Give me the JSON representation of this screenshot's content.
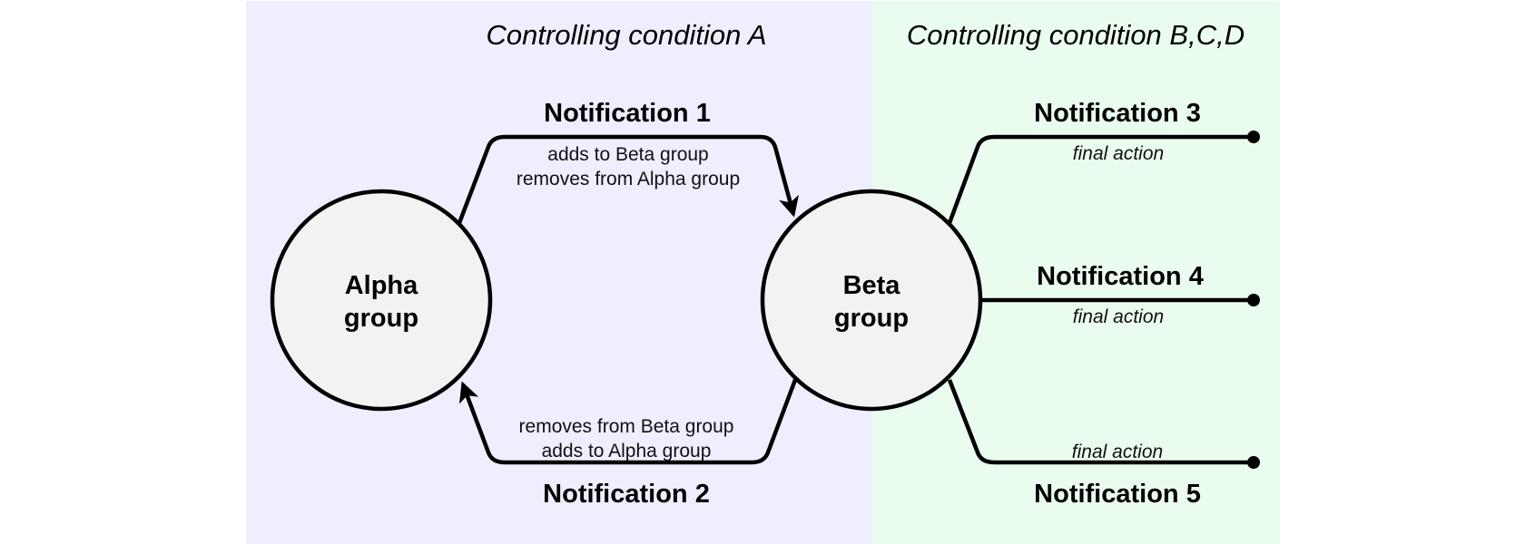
{
  "colors": {
    "panel_a": "#eeeefe",
    "panel_bcd": "#eafcee",
    "node_fill": "#f2f2f2",
    "stroke": "#000000"
  },
  "panels": {
    "a": {
      "title": "Controlling condition A"
    },
    "bcd": {
      "title": "Controlling condition B,C,D"
    }
  },
  "nodes": {
    "alpha": {
      "line1": "Alpha",
      "line2": "group"
    },
    "beta": {
      "line1": "Beta",
      "line2": "group"
    }
  },
  "notifications": [
    {
      "title": "Notification 1",
      "lines": [
        "adds to Beta group",
        "removes from Alpha group"
      ]
    },
    {
      "title": "Notification 2",
      "lines": [
        "removes from Beta group",
        "adds to Alpha group"
      ]
    },
    {
      "title": "Notification 3",
      "lines": [
        "final action"
      ]
    },
    {
      "title": "Notification 4",
      "lines": [
        "final action"
      ]
    },
    {
      "title": "Notification 5",
      "lines": [
        "final action"
      ]
    }
  ]
}
